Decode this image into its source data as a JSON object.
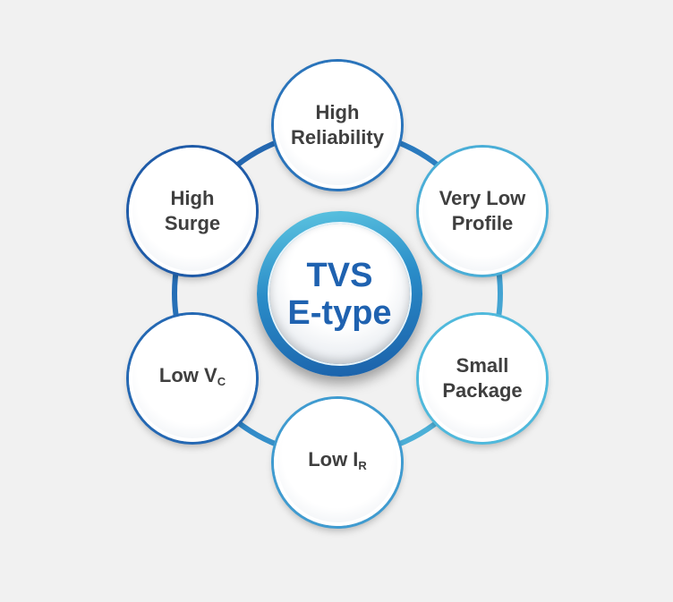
{
  "center": {
    "line1": "TVS",
    "line2": "E-type"
  },
  "features": [
    {
      "id": "high-reliability",
      "lines": [
        "High",
        "Reliability"
      ]
    },
    {
      "id": "very-low-profile",
      "lines": [
        "Very Low",
        "Profile"
      ]
    },
    {
      "id": "small-package",
      "lines": [
        "Small",
        "Package"
      ]
    },
    {
      "id": "low-ir",
      "text": "Low I",
      "sub": "R"
    },
    {
      "id": "low-vc",
      "text": "Low V",
      "sub": "C"
    },
    {
      "id": "high-surge",
      "lines": [
        "High",
        "Surge"
      ]
    }
  ],
  "colors": {
    "ring_dark": "#1f5ba8",
    "ring_light": "#5cc6e0",
    "text_dark": "#3f3f3f",
    "center_text": "#1f62b0",
    "background": "#f1f1f1"
  }
}
